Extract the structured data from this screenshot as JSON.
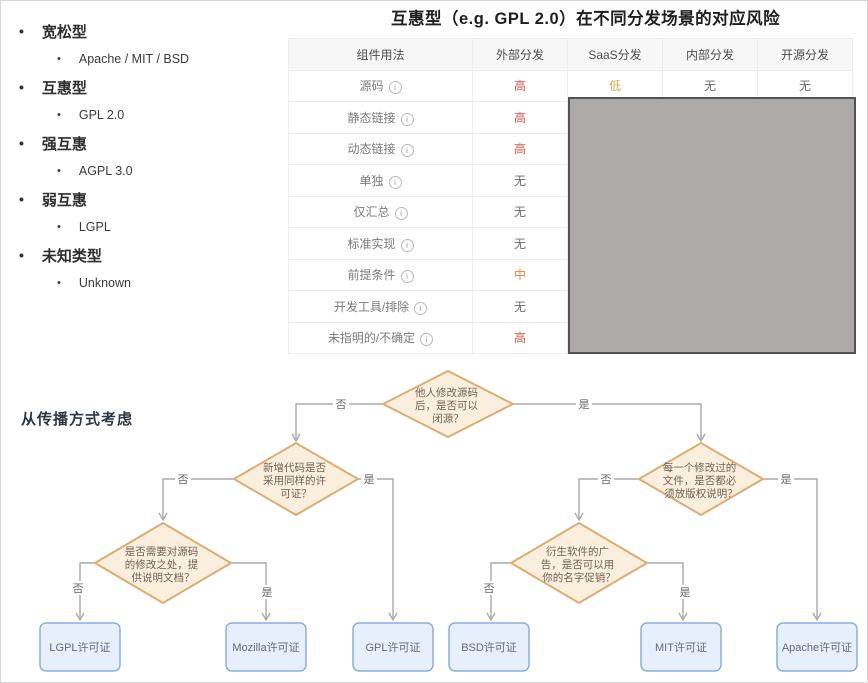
{
  "table_title": "互惠型（e.g. GPL 2.0）在不同分发场景的对应风险",
  "license_types": [
    {
      "type": "宽松型",
      "examples": "Apache / MIT / BSD"
    },
    {
      "type": "互惠型",
      "examples": "GPL 2.0"
    },
    {
      "type": "强互惠",
      "examples": "AGPL 3.0"
    },
    {
      "type": "弱互惠",
      "examples": "LGPL"
    },
    {
      "type": "未知类型",
      "examples": "Unknown"
    }
  ],
  "icons": {
    "info": "i"
  },
  "risk_colors": {
    "high": "#d9544b",
    "mid": "#e2823f",
    "low": "#d6ac45",
    "none": "#696969"
  },
  "risk_table": {
    "columns": [
      "组件用法",
      "外部分发",
      "SaaS分发",
      "内部分发",
      "开源分发"
    ],
    "rows": [
      {
        "usage": "源码",
        "external": "高",
        "saas": "低",
        "internal": "无",
        "open": "无"
      },
      {
        "usage": "静态链接",
        "external": "高",
        "saas": "",
        "internal": "",
        "open": ""
      },
      {
        "usage": "动态链接",
        "external": "高",
        "saas": "",
        "internal": "",
        "open": ""
      },
      {
        "usage": "单独",
        "external": "无",
        "saas": "",
        "internal": "",
        "open": ""
      },
      {
        "usage": "仅汇总",
        "external": "无",
        "saas": "",
        "internal": "",
        "open": ""
      },
      {
        "usage": "标准实现",
        "external": "无",
        "saas": "",
        "internal": "",
        "open": ""
      },
      {
        "usage": "前提条件",
        "external": "中",
        "saas": "",
        "internal": "",
        "open": ""
      },
      {
        "usage": "开发工具/排除",
        "external": "无",
        "saas": "",
        "internal": "",
        "open": ""
      },
      {
        "usage": "未指明的/不确定",
        "external": "高",
        "saas": "",
        "internal": "",
        "open": ""
      }
    ]
  },
  "flowchart": {
    "section_title": "从传播方式考虑",
    "yes_label": "是",
    "no_label": "否",
    "d1": {
      "l1": "他人修改源码",
      "l2": "后，是否可以",
      "l3": "闭源？"
    },
    "d2l": {
      "l1": "新增代码是否",
      "l2": "采用同样的许",
      "l3": "可证？"
    },
    "d2r": {
      "l1": "每一个修改过的",
      "l2": "文件，是否都必",
      "l3": "须放版权说明？"
    },
    "d3l": {
      "l1": "是否需要对源码",
      "l2": "的修改之处，提",
      "l3": "供说明文档？"
    },
    "d3r": {
      "l1": "衍生软件的广",
      "l2": "告，是否可以用",
      "l3": "你的名字促销？"
    },
    "outcomes": [
      "LGPL许可证",
      "Mozilla许可证",
      "GPL许可证",
      "BSD许可证",
      "MIT许可证",
      "Apache许可证"
    ]
  }
}
